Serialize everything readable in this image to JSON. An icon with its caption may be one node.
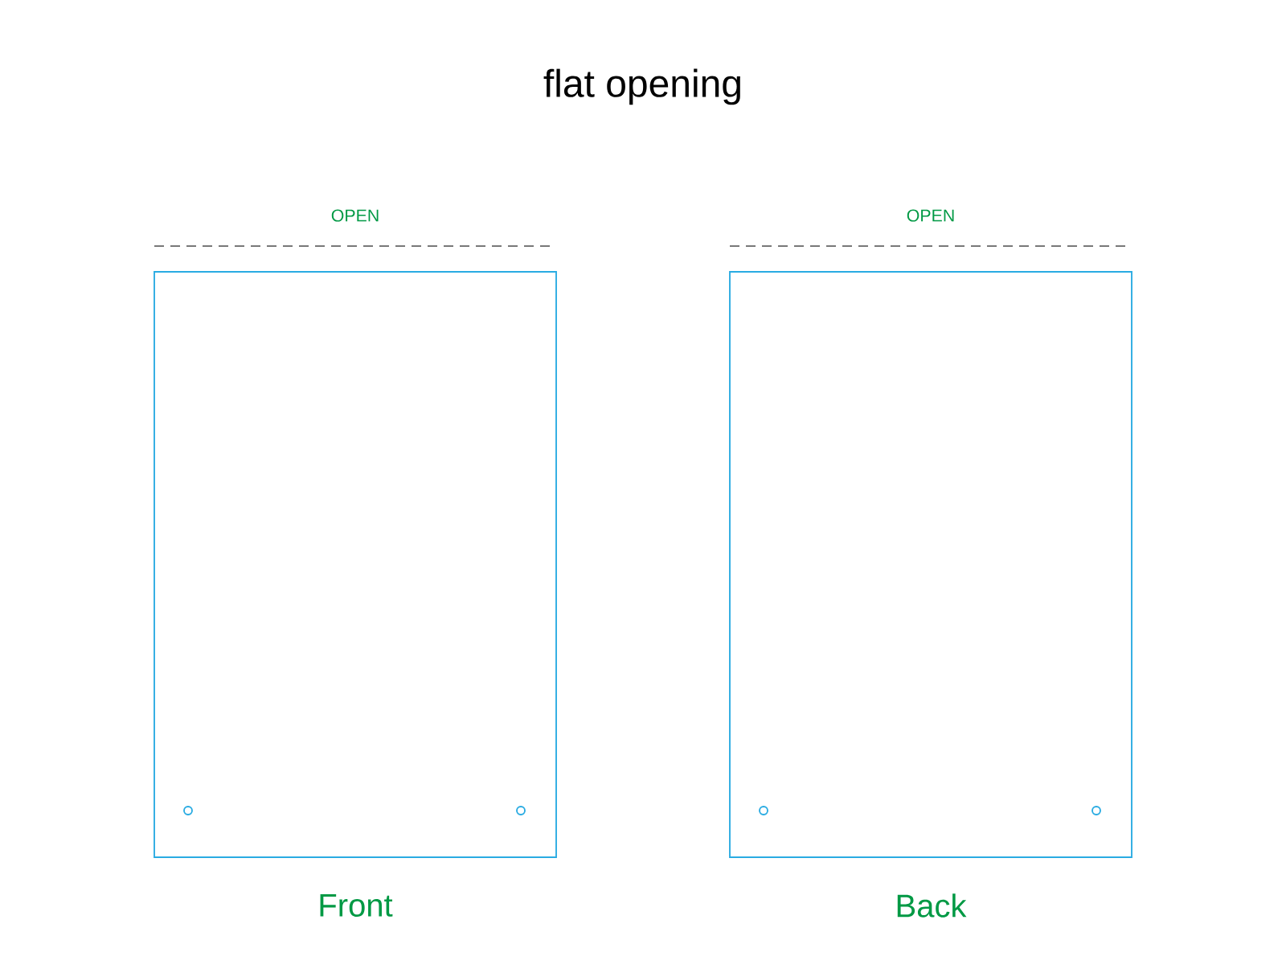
{
  "diagram": {
    "title": "flat opening",
    "nodes": [
      {
        "text": [
          "Front"
        ]
      },
      {
        "text": [
          "Back"
        ]
      }
    ],
    "labels": [
      "OPEN",
      "OPEN"
    ]
  }
}
